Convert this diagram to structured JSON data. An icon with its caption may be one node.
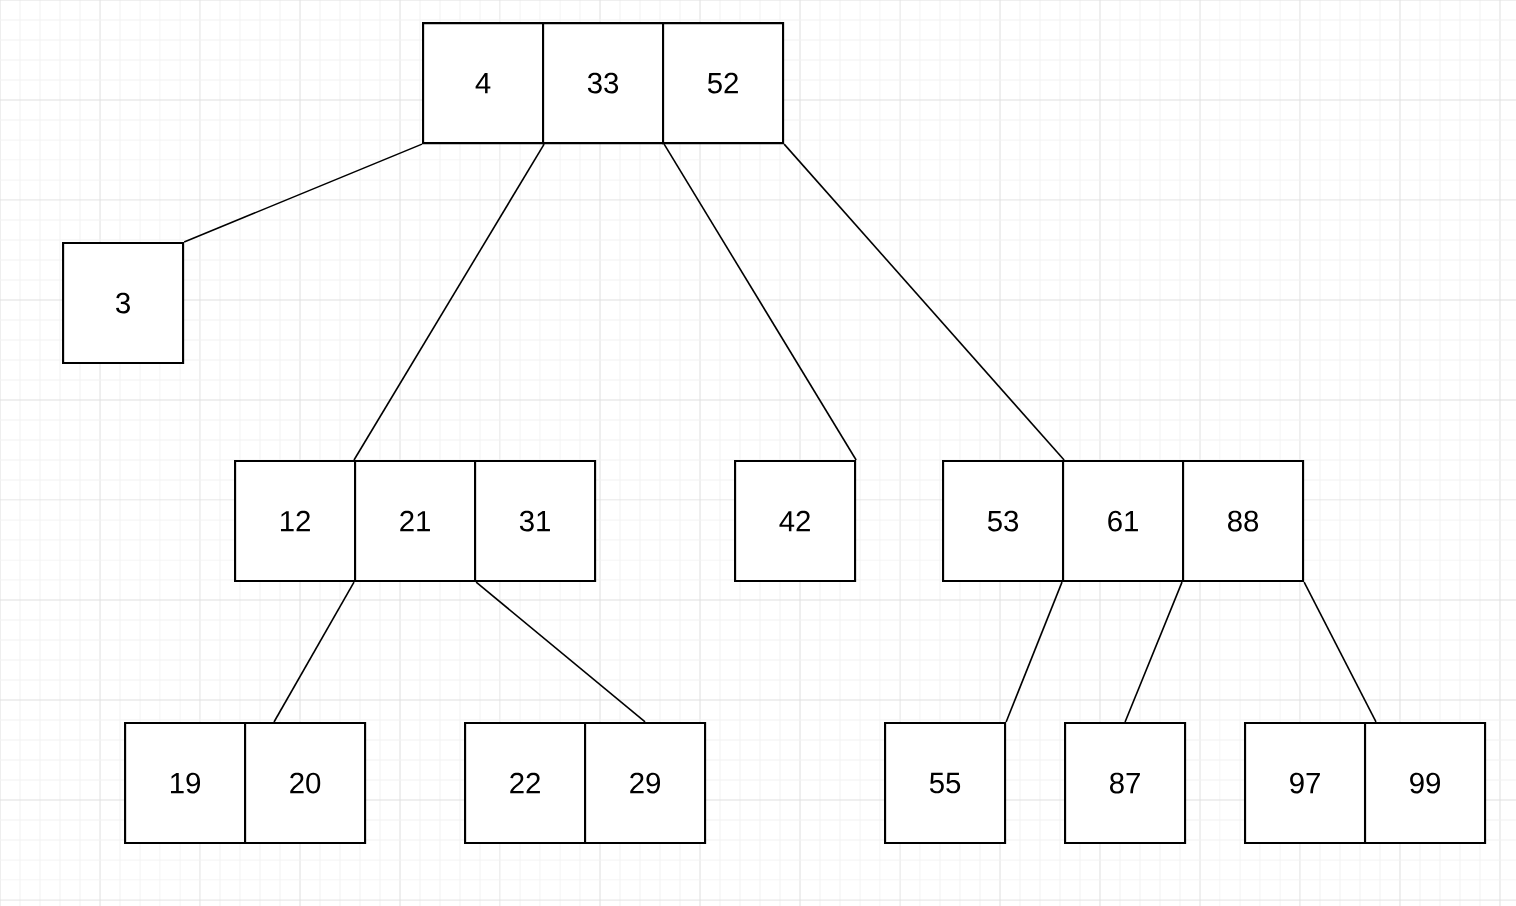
{
  "diagram": {
    "nodes": [
      {
        "text": [
          "4"
        ]
      },
      {
        "text": [
          "33"
        ]
      },
      {
        "text": [
          "52"
        ]
      },
      {
        "text": [
          "3"
        ]
      },
      {
        "text": [
          "12"
        ]
      },
      {
        "text": [
          "21"
        ]
      },
      {
        "text": [
          "31"
        ]
      },
      {
        "text": [
          "42"
        ]
      },
      {
        "text": [
          "53"
        ]
      },
      {
        "text": [
          "61"
        ]
      },
      {
        "text": [
          "88"
        ]
      },
      {
        "text": [
          "19"
        ]
      },
      {
        "text": [
          "20"
        ]
      },
      {
        "text": [
          "22"
        ]
      },
      {
        "text": [
          "29"
        ]
      },
      {
        "text": [
          "55"
        ]
      },
      {
        "text": [
          "87"
        ]
      },
      {
        "text": [
          "97"
        ]
      },
      {
        "text": [
          "99"
        ]
      }
    ],
    "edges": [
      {
        "from": 0,
        "to": 3,
        "arrow": "none"
      },
      {
        "from": 0,
        "to": 5,
        "arrow": "none"
      },
      {
        "from": 1,
        "to": 7,
        "arrow": "none"
      },
      {
        "from": 2,
        "to": 8,
        "arrow": "none"
      },
      {
        "from": 5,
        "to": 12,
        "arrow": "none"
      },
      {
        "from": 5,
        "to": 14,
        "arrow": "none"
      },
      {
        "from": 9,
        "to": 15,
        "arrow": "none"
      },
      {
        "from": 10,
        "to": 16,
        "arrow": "none"
      },
      {
        "from": 10,
        "to": 18,
        "arrow": "none"
      }
    ]
  }
}
